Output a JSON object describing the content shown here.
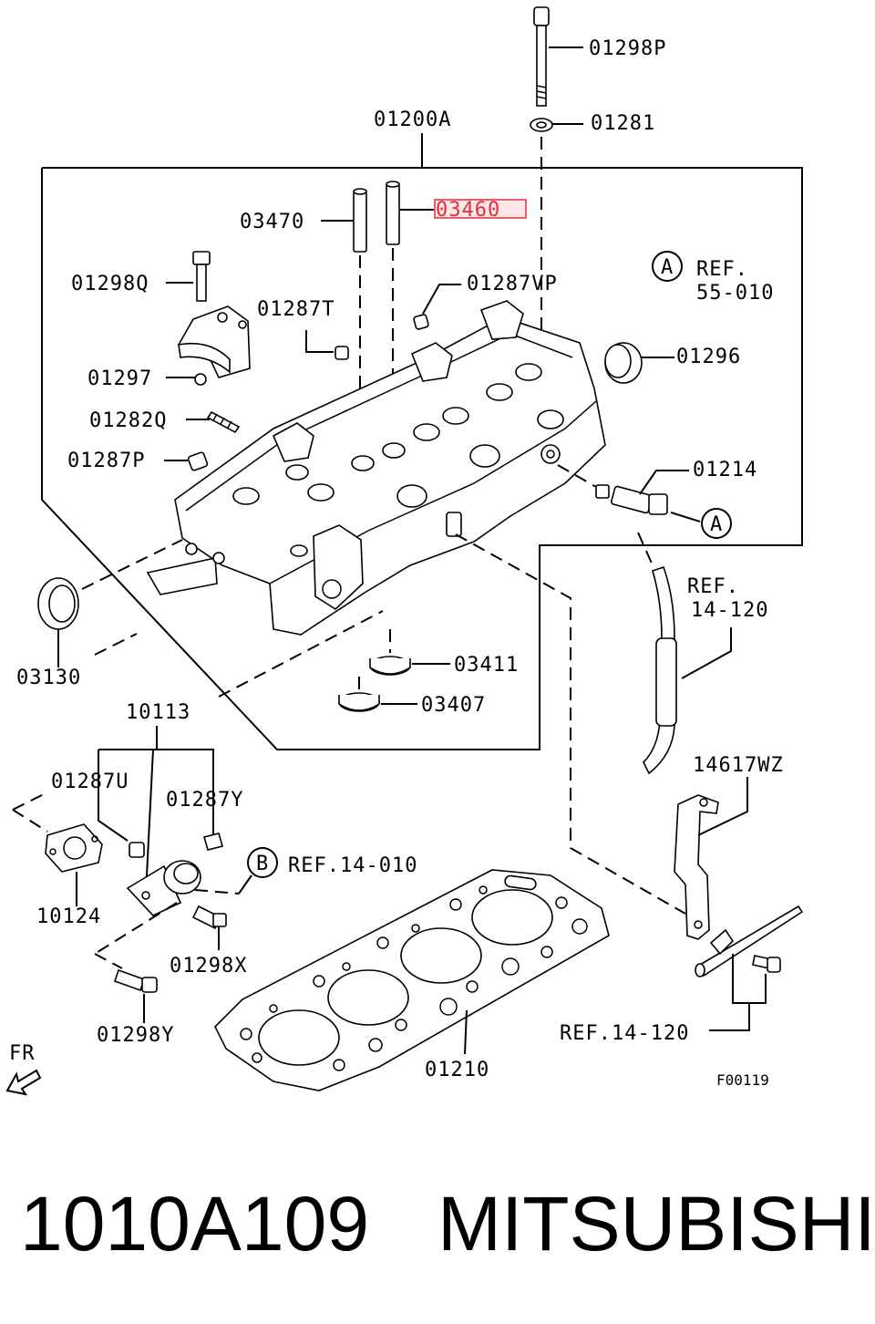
{
  "labels": {
    "p01298P": "01298P",
    "p01281": "01281",
    "p01200A": "01200A",
    "p03470": "03470",
    "p03460": "03460",
    "p01298Q": "01298Q",
    "p01287VP": "01287VP",
    "refA_circle": "A",
    "refA_text1": "REF.",
    "refA_text2": "55-010",
    "p01287T": "01287T",
    "p01296": "01296",
    "p01297": "01297",
    "p01282Q": "01282Q",
    "p01287P": "01287P",
    "p01214": "01214",
    "refA2_circle": "A",
    "ref14120_a1": "REF.",
    "ref14120_a2": "14-120",
    "p03130": "03130",
    "p03411": "03411",
    "p03407": "03407",
    "p10113": "10113",
    "p14617WZ": "14617WZ",
    "p01287U": "01287U",
    "p01287Y": "01287Y",
    "refB_circle": "B",
    "refB_text": "REF.14-010",
    "p10124": "10124",
    "p01298X": "01298X",
    "p01298Y": "01298Y",
    "ref14120_b": "REF.14-120",
    "p01210": "01210",
    "fr": "FR",
    "figure_id": "F00119"
  },
  "highlight_color": "#e0303c",
  "caption": {
    "part_number": "1010A109",
    "brand": "MITSUBISHI"
  }
}
